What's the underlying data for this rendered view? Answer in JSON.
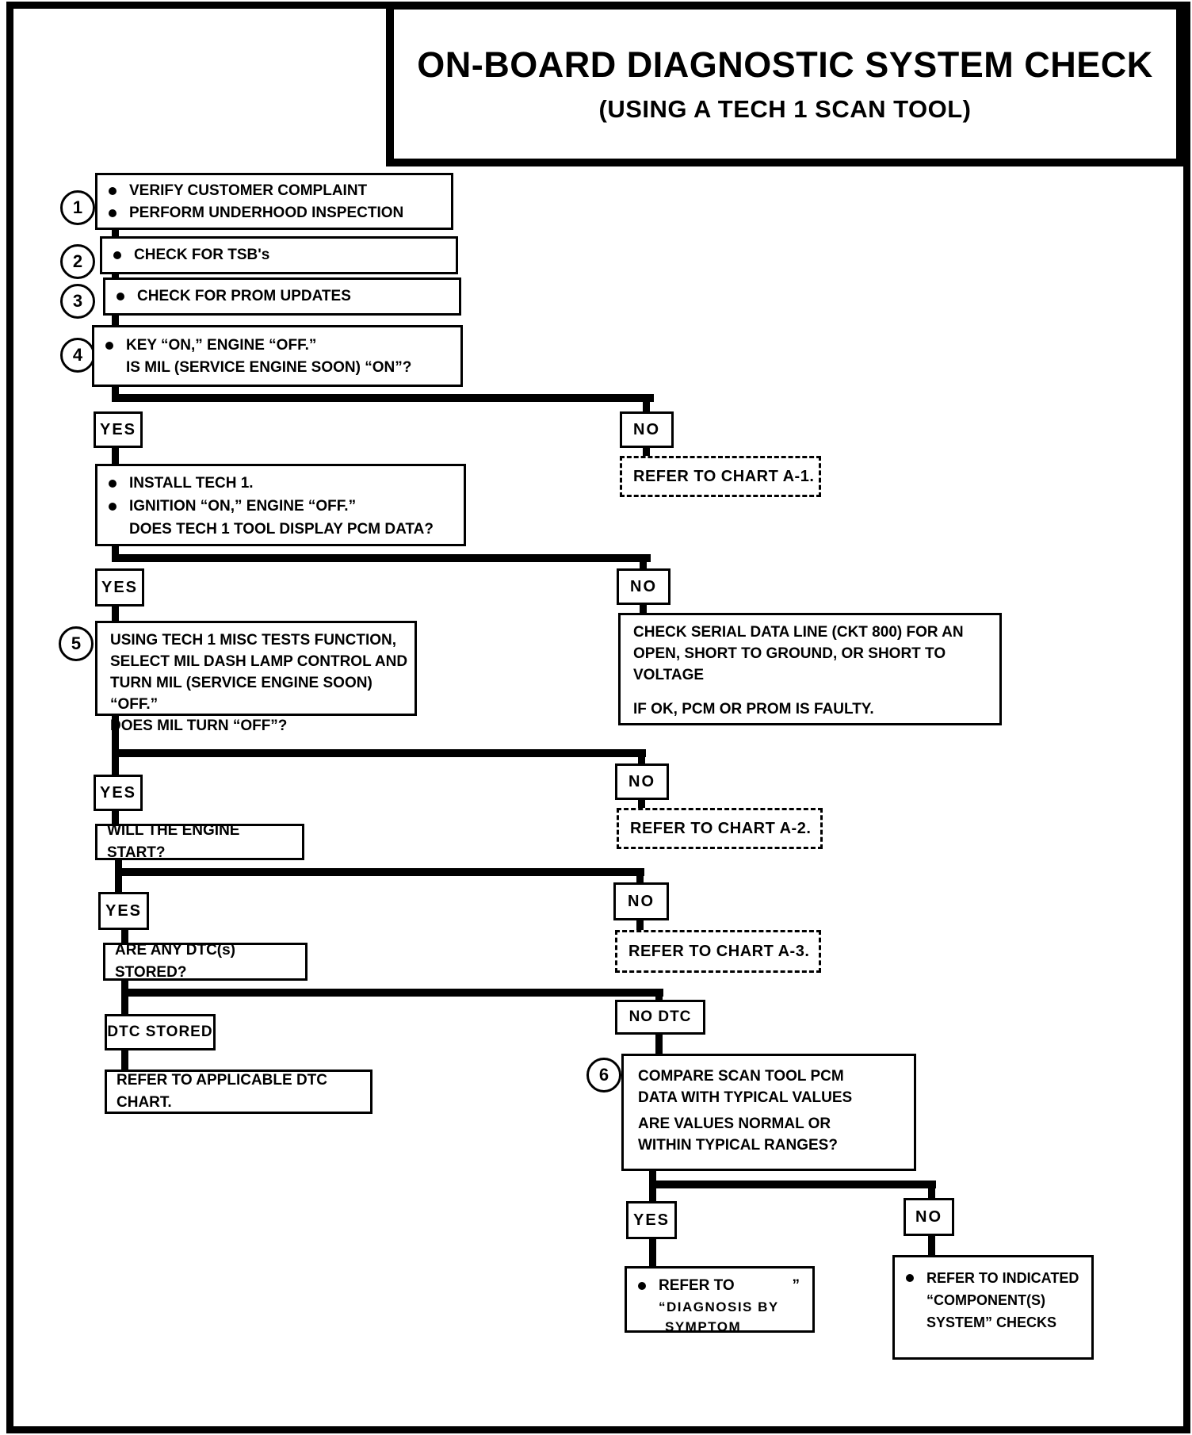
{
  "title": {
    "line1": "ON-BOARD DIAGNOSTIC SYSTEM CHECK",
    "line2": "(USING A TECH 1 SCAN TOOL)"
  },
  "labels": {
    "yes": "YES",
    "no": "NO",
    "dtc_stored": "DTC STORED",
    "no_dtc": "NO DTC"
  },
  "step1": {
    "num": "1",
    "bullet1": "VERIFY CUSTOMER COMPLAINT",
    "bullet2": "PERFORM UNDERHOOD INSPECTION"
  },
  "step2": {
    "num": "2",
    "bullet1": "CHECK FOR TSB's"
  },
  "step3": {
    "num": "3",
    "bullet1": "CHECK FOR PROM UPDATES"
  },
  "step4": {
    "num": "4",
    "bullet1": "KEY “ON,” ENGINE “OFF.”",
    "line2": "IS MIL (SERVICE ENGINE SOON) “ON”?"
  },
  "chart_a1": "REFER TO CHART A-1.",
  "install_box": {
    "bullet1": "INSTALL TECH 1.",
    "bullet2": "IGNITION “ON,” ENGINE “OFF.”",
    "line3": "DOES TECH 1 TOOL DISPLAY PCM DATA?"
  },
  "step5": {
    "num": "5",
    "line1": "USING TECH 1 MISC TESTS FUNCTION,",
    "line2": "SELECT MIL DASH LAMP CONTROL AND",
    "line3": "TURN MIL (SERVICE ENGINE SOON) “OFF.”",
    "line4": "DOES MIL TURN “OFF”?"
  },
  "serial_box": {
    "line1": "CHECK SERIAL DATA LINE (CKT 800) FOR AN",
    "line2": "OPEN, SHORT TO GROUND, OR SHORT TO",
    "line3": "VOLTAGE",
    "line4": "IF OK, PCM OR PROM IS FAULTY."
  },
  "engine_start": "WILL THE ENGINE START?",
  "chart_a2": "REFER TO CHART A-2.",
  "dtc_stored_q": "ARE ANY DTC(s) STORED?",
  "chart_a3": "REFER TO CHART A-3.",
  "dtc_chart": "REFER TO APPLICABLE DTC CHART.",
  "step6": {
    "num": "6",
    "line1": "COMPARE SCAN TOOL PCM",
    "line2": "DATA WITH TYPICAL VALUES",
    "line3": "ARE VALUES NORMAL OR",
    "line4": "WITHIN TYPICAL RANGES?"
  },
  "diagnosis_box": {
    "line1": "REFER TO",
    "quote": "”",
    "line2": "“DIAGNOSIS BY",
    "line3": "SYMPTOM"
  },
  "component_box": {
    "line1": "REFER TO INDICATED",
    "line2": "“COMPONENT(S)",
    "line3": "SYSTEM” CHECKS"
  }
}
